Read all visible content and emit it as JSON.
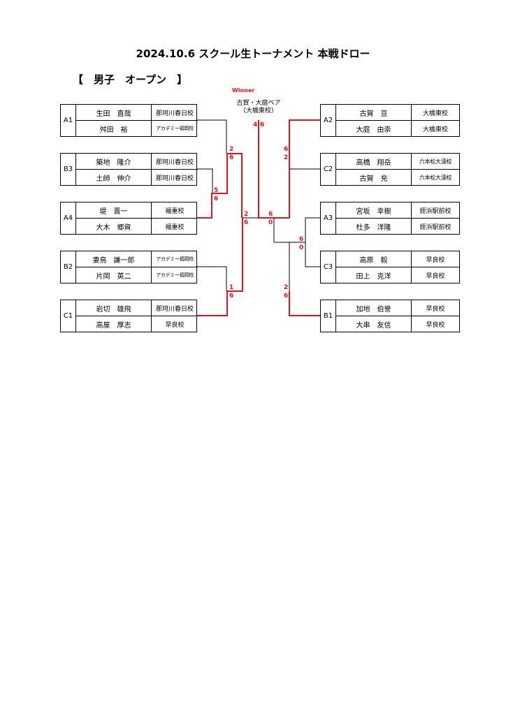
{
  "title": "2024.10.6 スクール生トーナメント 本戦ドロー",
  "category": "【　男子　オープン　】",
  "winner_label": "Winner",
  "champion": {
    "line1": "古賀・大庭ペア",
    "line2": "（大橋東校）"
  },
  "left_teams": [
    {
      "seed": "A1",
      "players": [
        "生田　直哉",
        "舛田　裕"
      ],
      "schools": [
        "那珂川春日校",
        "アカデミー福岡校"
      ]
    },
    {
      "seed": "B3",
      "players": [
        "築地　隆介",
        "土師　伸介"
      ],
      "schools": [
        "那珂川春日校",
        "那珂川春日校"
      ]
    },
    {
      "seed": "A4",
      "players": [
        "堤　晋一",
        "大木　郷資"
      ],
      "schools": [
        "福重校",
        "福重校"
      ]
    },
    {
      "seed": "B2",
      "players": [
        "妻鳥　謙一郎",
        "片岡　英二"
      ],
      "schools": [
        "アカデミー福岡校",
        "アカデミー福岡校"
      ]
    },
    {
      "seed": "C1",
      "players": [
        "岩切　雄飛",
        "高屋　厚志"
      ],
      "schools": [
        "那珂川春日校",
        "早良校"
      ]
    }
  ],
  "right_teams": [
    {
      "seed": "A2",
      "players": [
        "古賀　亘",
        "大庭　由崇"
      ],
      "schools": [
        "大橋東校",
        "大橋東校"
      ]
    },
    {
      "seed": "C2",
      "players": [
        "高橋　翔岳",
        "古賀　充"
      ],
      "schools": [
        "六本松大濠校",
        "六本松大濠校"
      ]
    },
    {
      "seed": "A3",
      "players": [
        "宮坂　幸樹",
        "杜多　洋隆"
      ],
      "schools": [
        "姪浜駅前校",
        "姪浜駅前校"
      ]
    },
    {
      "seed": "C3",
      "players": [
        "高原　毅",
        "田上　克洋"
      ],
      "schools": [
        "早良校",
        "早良校"
      ]
    },
    {
      "seed": "B1",
      "players": [
        "加地　伯誉",
        "大串　友信"
      ],
      "schools": [
        "早良校",
        "早良校"
      ]
    }
  ],
  "scores": {
    "left_r1a": [
      "2",
      "6"
    ],
    "left_r1b": [
      "5",
      "6"
    ],
    "left_r1c": [
      "1",
      "6"
    ],
    "left_sf": [
      "2",
      "6"
    ],
    "right_r1a": [
      "6",
      "2"
    ],
    "right_r1b": [
      "6",
      "0"
    ],
    "right_r1c": [
      "2",
      "6"
    ],
    "right_sf": [
      "6",
      "0"
    ],
    "final": [
      "4",
      "6"
    ]
  },
  "colors": {
    "win_line": "#e0141c",
    "lose_line": "#000000",
    "score": "#e0141c"
  }
}
